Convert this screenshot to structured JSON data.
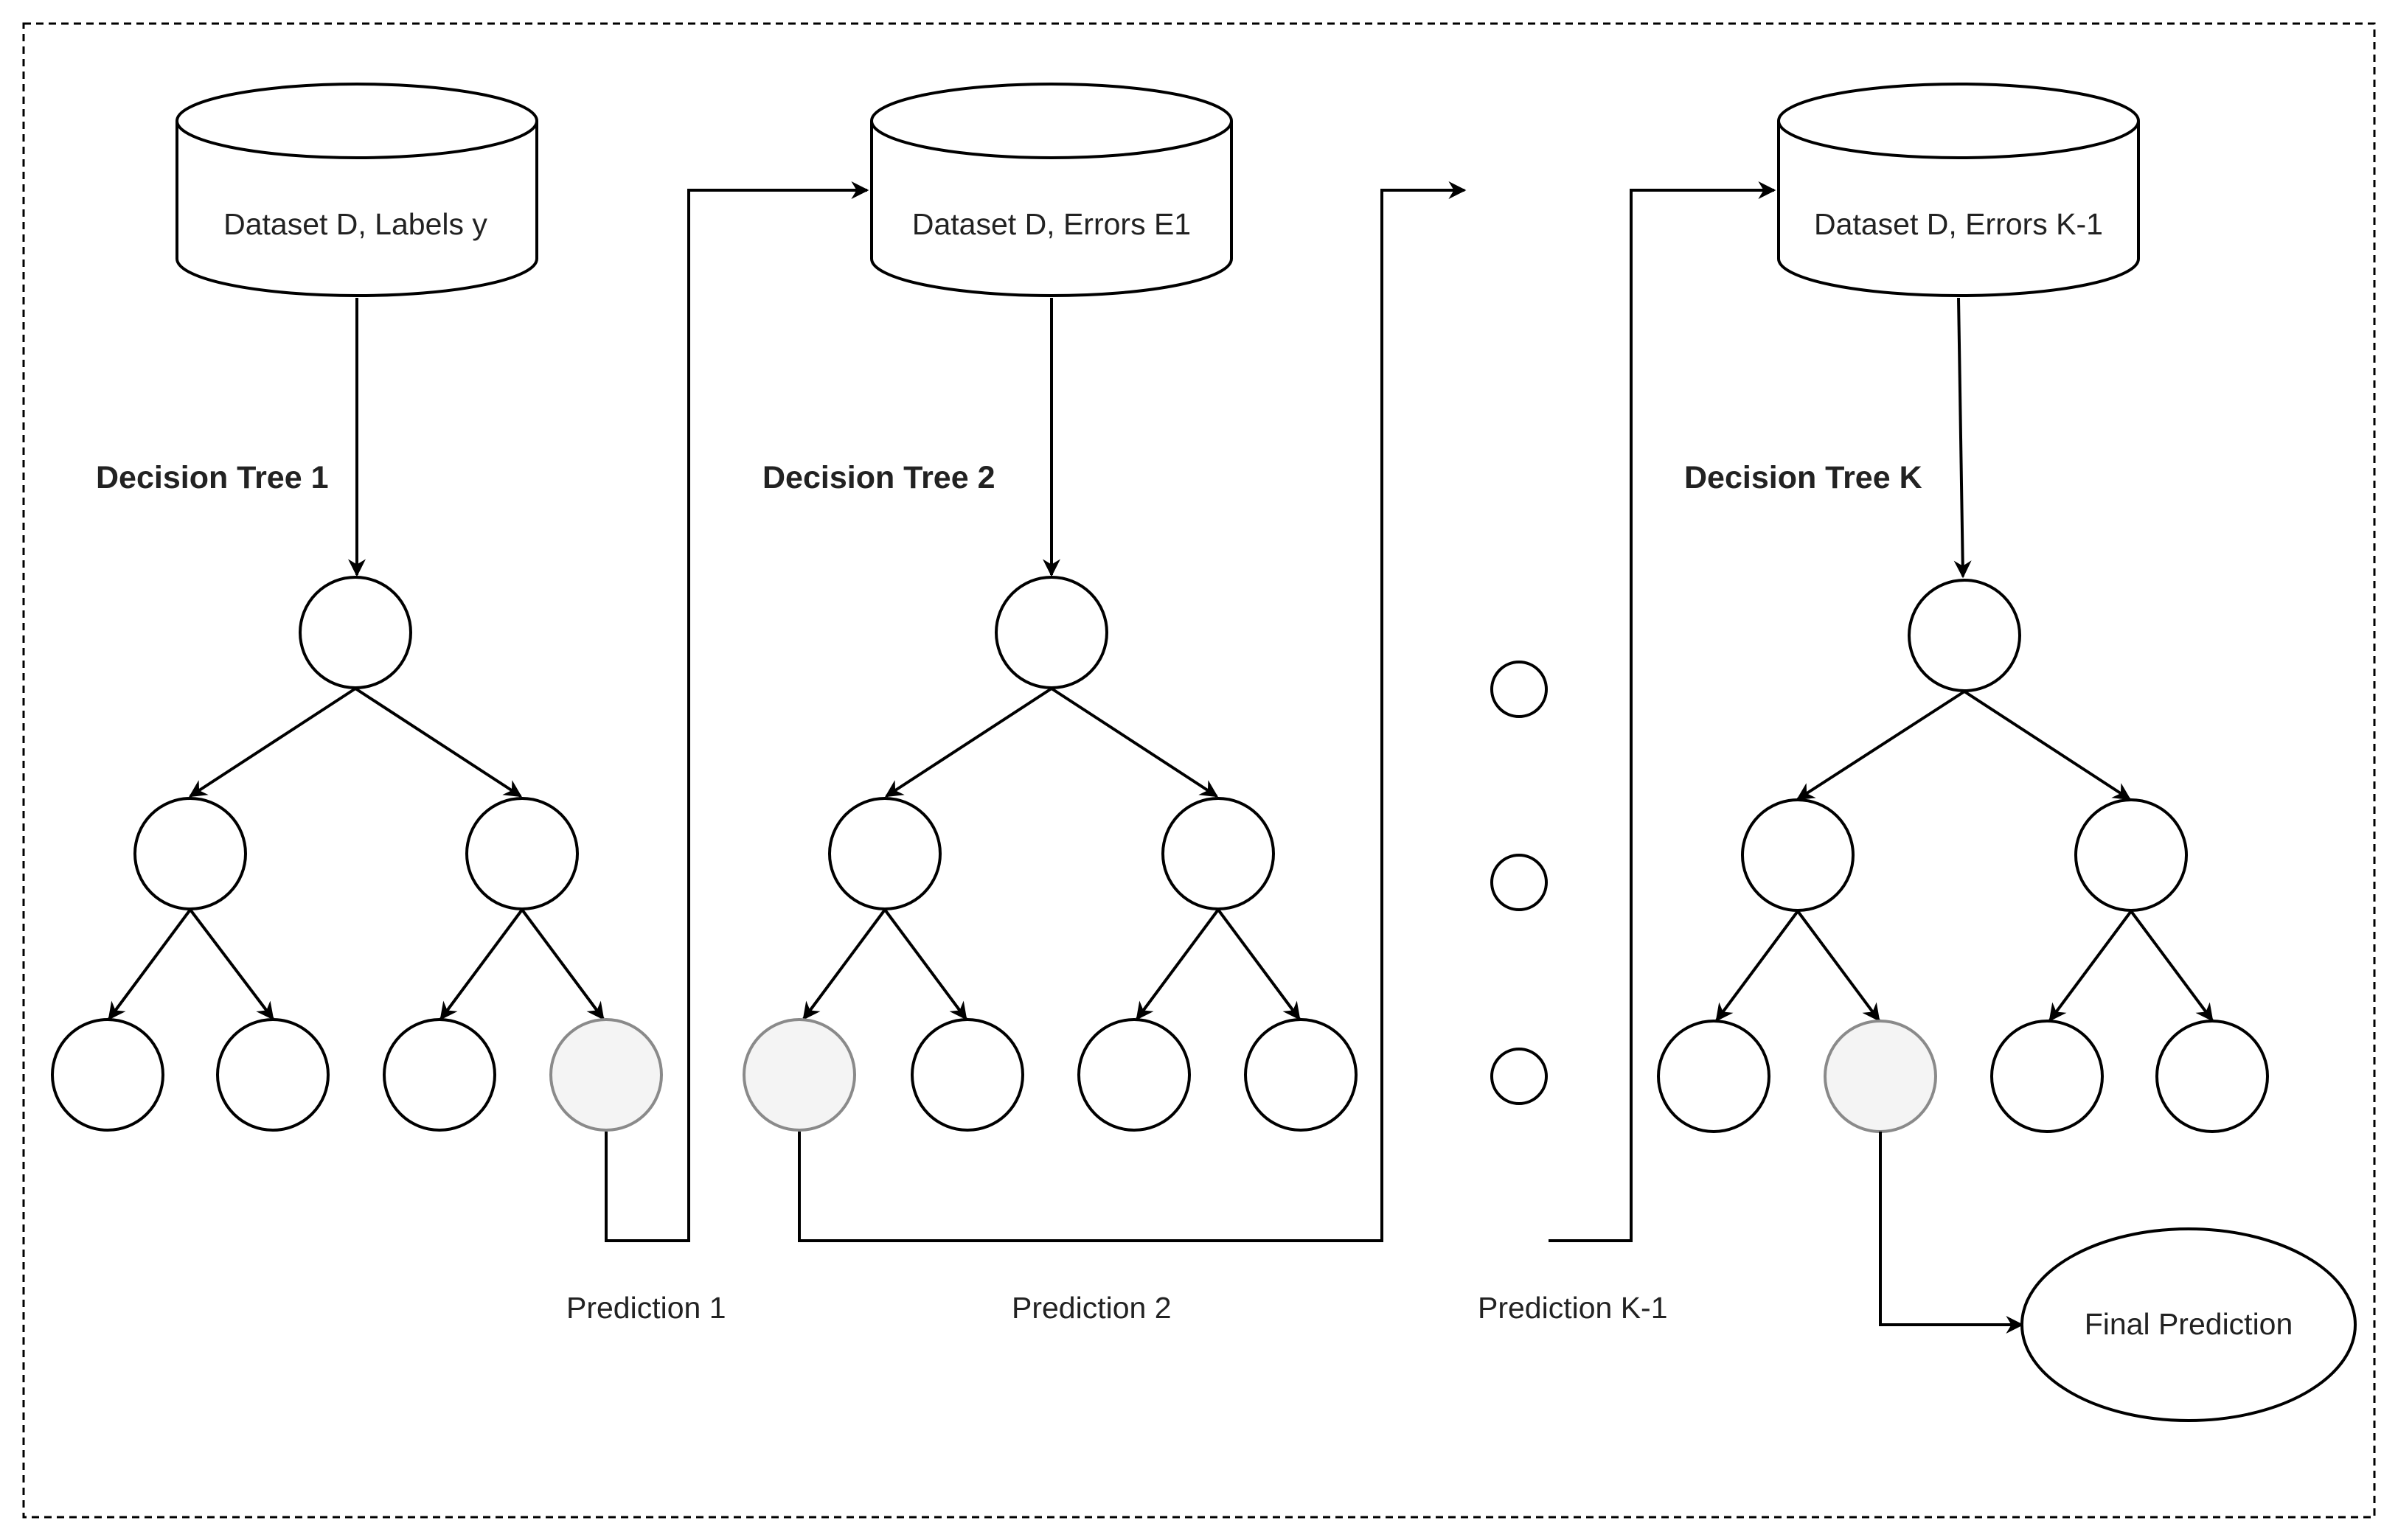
{
  "datasets": [
    {
      "label": "Dataset D, Labels y"
    },
    {
      "label": "Dataset D, Errors E1"
    },
    {
      "label": "Dataset D, Errors K-1"
    }
  ],
  "trees": [
    {
      "label": "Decision Tree 1"
    },
    {
      "label": "Decision Tree 2"
    },
    {
      "label": "Decision Tree K"
    }
  ],
  "predictions": [
    {
      "label": "Prediction 1"
    },
    {
      "label": "Prediction 2"
    },
    {
      "label": "Prediction K-1"
    }
  ],
  "final": {
    "label": "Final Prediction"
  },
  "colors": {
    "stroke": "#000000",
    "highlight_fill": "#f4f4f4",
    "highlight_stroke": "#8a8a8a",
    "border": "#000000"
  }
}
